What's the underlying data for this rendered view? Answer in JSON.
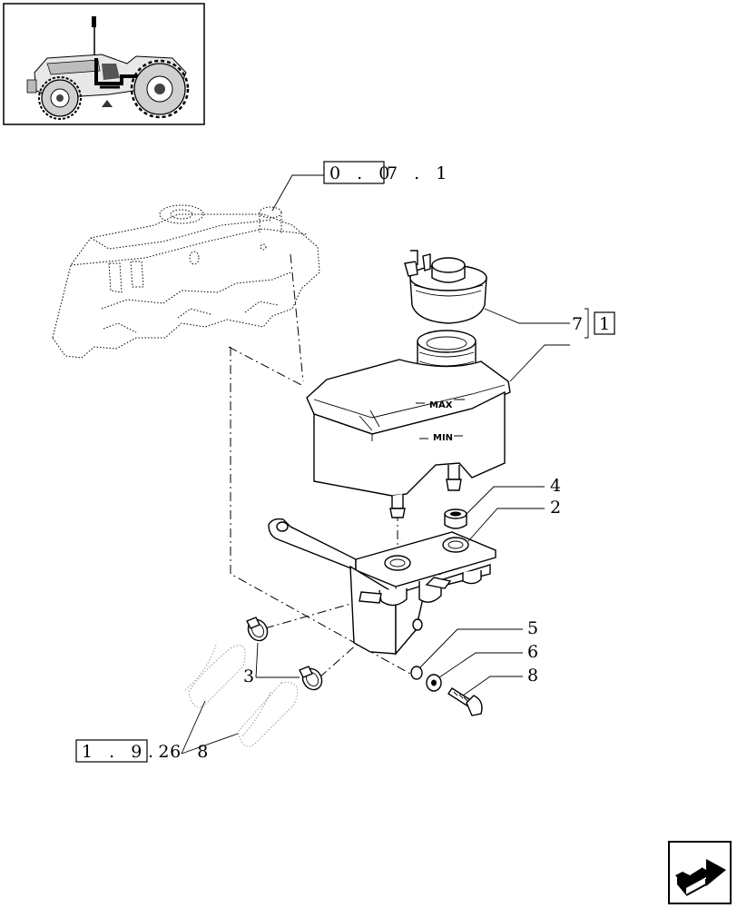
{
  "references": {
    "top_ref_boxed": "0 . 0",
    "top_ref_tail": "7 . 1",
    "bottom_ref_boxed": "1 . 9 2",
    "bottom_ref_tail": ". 6 8",
    "kit_box": "1"
  },
  "callouts": {
    "c7": "7",
    "c4": "4",
    "c2": "2",
    "c5": "5",
    "c6": "6",
    "c8": "8",
    "c3": "3"
  },
  "tank_labels": {
    "max": "MAX",
    "min": "MIN"
  },
  "icons": {
    "thumbnail": "tractor-thumbnail-icon",
    "next_page": "next-page-arrow-icon"
  }
}
